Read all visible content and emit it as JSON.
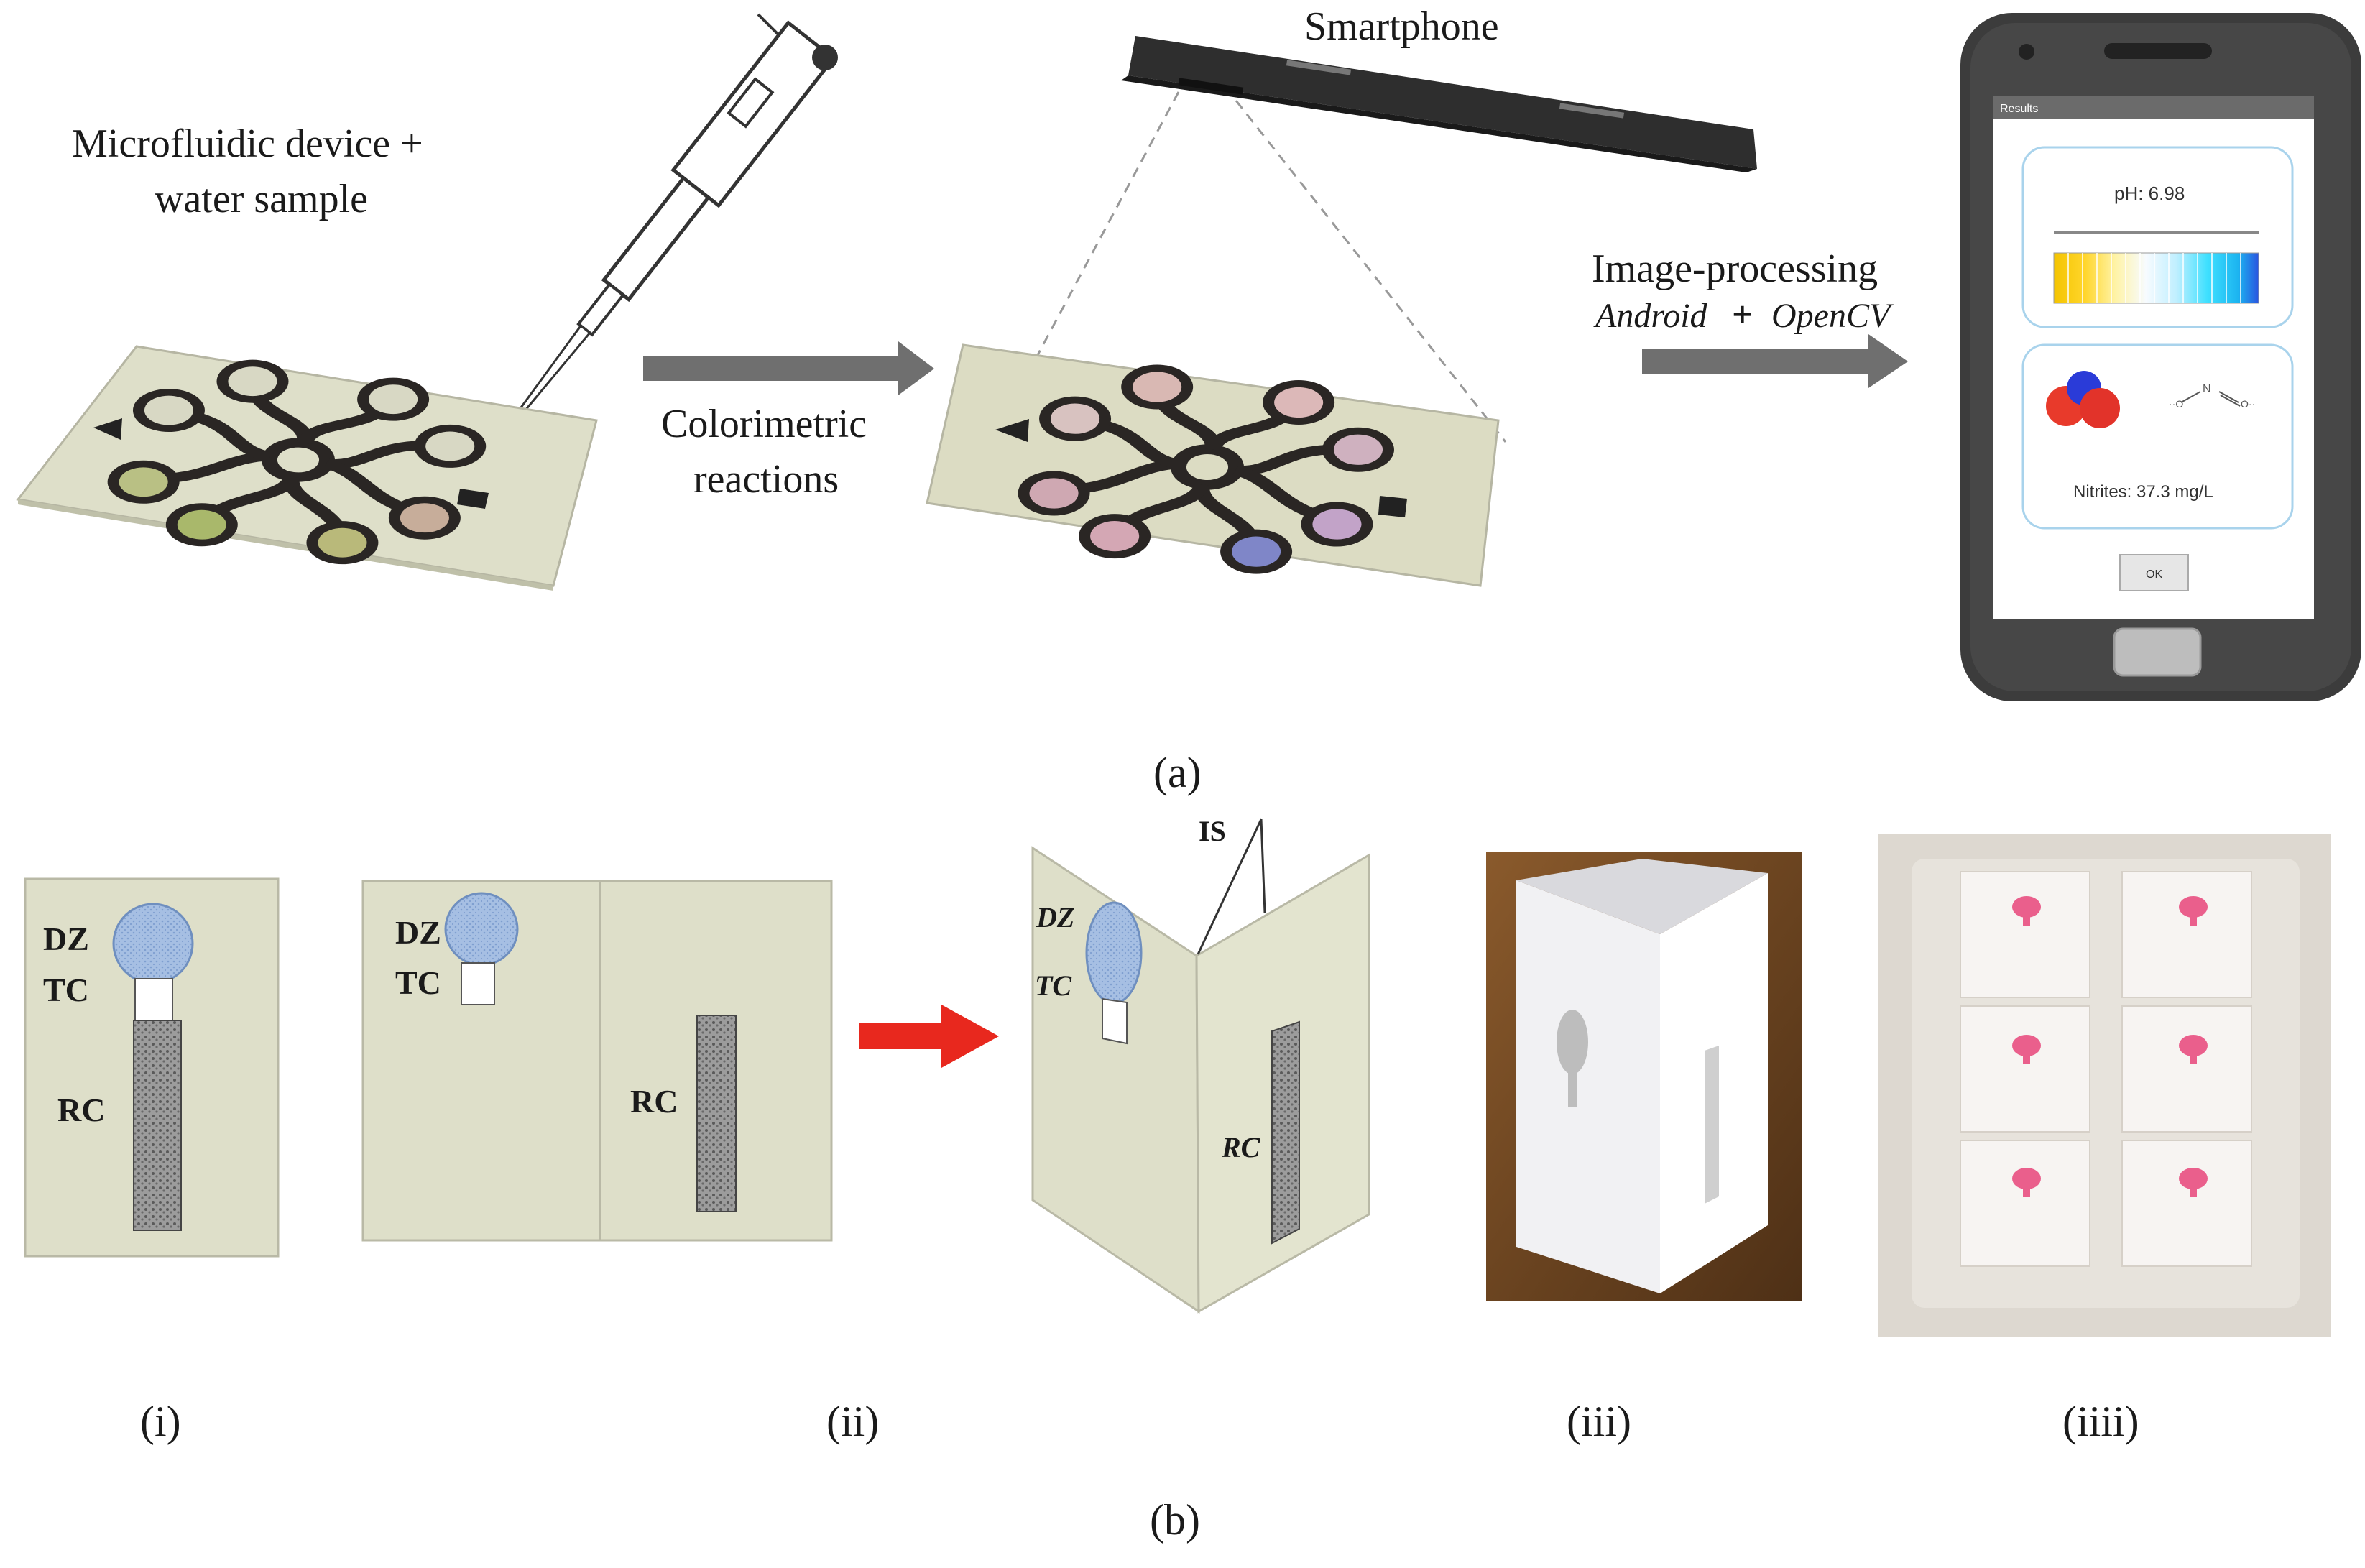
{
  "panel_a": {
    "label_left": "Microfluidic device +",
    "label_left_2": "water sample",
    "arrow1_label_1": "Colorimetric",
    "arrow1_label_2": "reactions",
    "smartphone_label": "Smartphone",
    "processing_label": "Image-processing",
    "processing_android": "Android",
    "processing_plus": "+",
    "processing_opencv": "OpenCV",
    "phone_screen": {
      "titlebar": "Results",
      "ph_text": "pH: 6.98",
      "nitrite_text": "Nitrites: 37.3 mg/L",
      "ok_button": "OK"
    },
    "caption": "(a)"
  },
  "panel_b": {
    "labels": {
      "dz": "DZ",
      "tc": "TC",
      "rc": "RC",
      "is": "IS"
    },
    "sub_captions": [
      "(i)",
      "(ii)",
      "(iii)",
      "(iiii)"
    ],
    "caption": "(b)"
  },
  "colors": {
    "paper": "#dedfc9",
    "channel": "#2a2624",
    "arrow_gray": "#6f6f6f",
    "arrow_red": "#e8281e",
    "dz_blue": "#9fb8dd",
    "phone_body": "#3c3c3c",
    "pink_spot": "#ea5f8c"
  }
}
